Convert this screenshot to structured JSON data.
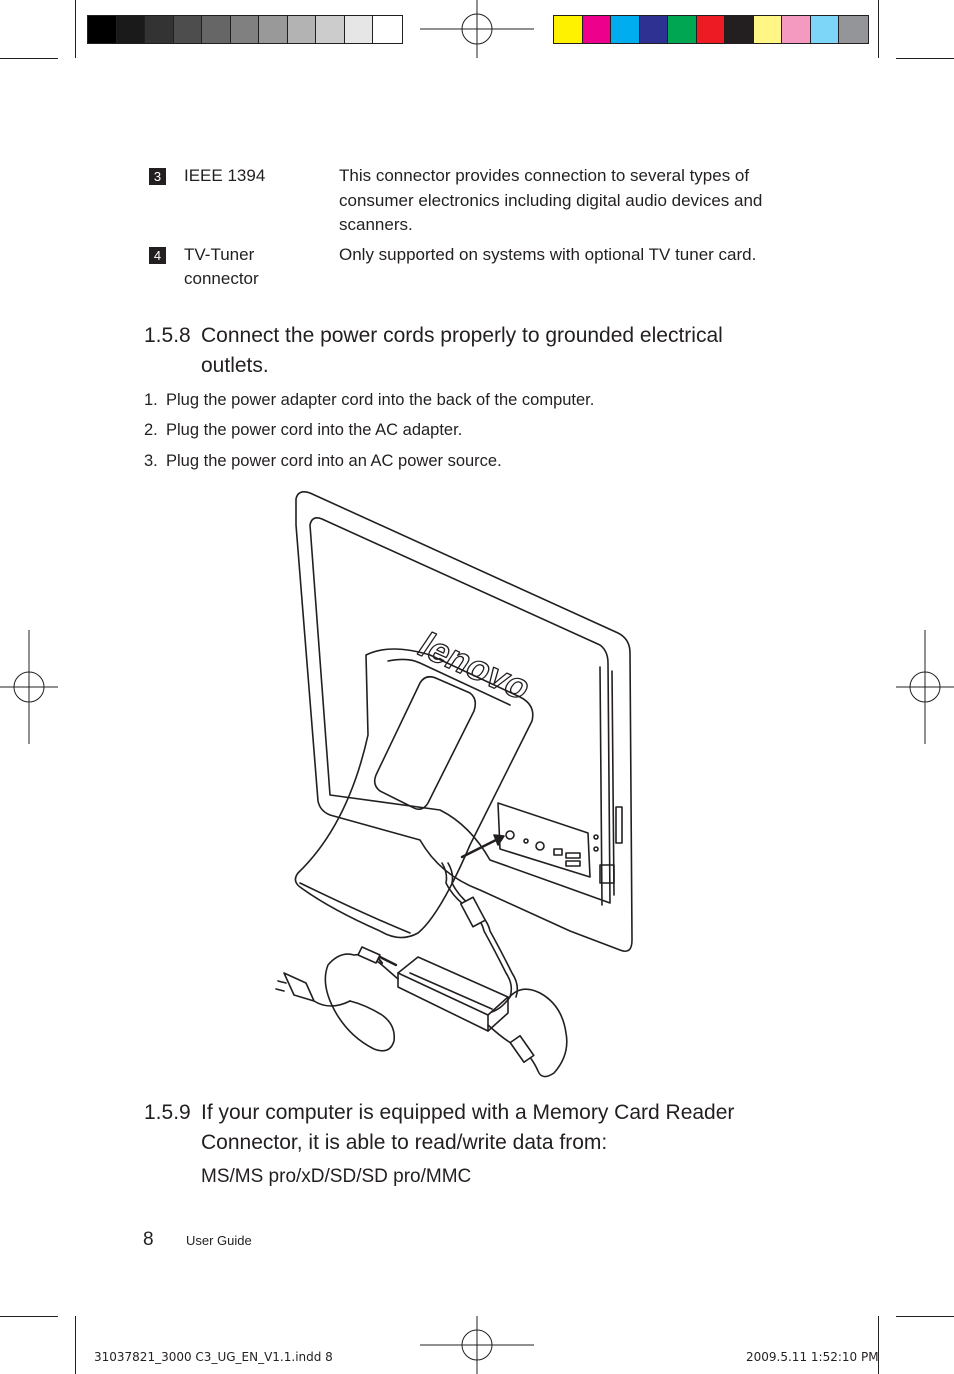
{
  "color_bars": {
    "grayscale": [
      "#000000",
      "#1a1a1a",
      "#333333",
      "#4d4d4d",
      "#666666",
      "#808080",
      "#999999",
      "#b3b3b3",
      "#cccccc",
      "#e6e6e6",
      "#ffffff"
    ],
    "process": [
      "#fff200",
      "#ec008c",
      "#00aeef",
      "#2e3192",
      "#00a651",
      "#ed1c24",
      "#231f20",
      "#fff685",
      "#f49ac1",
      "#7dd6f7",
      "#939598"
    ]
  },
  "connectors": [
    {
      "badge": "3",
      "term": "IEEE 1394",
      "desc": "This connector provides connection to several types of consumer electronics including digital audio devices and scanners."
    },
    {
      "badge": "4",
      "term": "TV-Tuner connector",
      "desc": "Only supported on systems with optional TV tuner card."
    }
  ],
  "section_158": {
    "number": "1.5.8",
    "title_line1": "Connect the power cords properly to grounded electrical",
    "title_line2": "outlets.",
    "steps": [
      {
        "n": "1.",
        "text": "Plug the power adapter cord into the back of the computer."
      },
      {
        "n": "2.",
        "text": "Plug the power cord into the AC adapter."
      },
      {
        "n": "3.",
        "text": "Plug the power cord into an AC power source."
      }
    ]
  },
  "illustration": {
    "logo_text": "lenovo"
  },
  "section_159": {
    "number": "1.5.9",
    "title_line1": "If your computer is equipped with a Memory Card Reader",
    "title_line2": "Connector, it is able to read/write data from:",
    "media": "MS/MS pro/xD/SD/SD pro/MMC"
  },
  "footer": {
    "page_number": "8",
    "label": "User Guide"
  },
  "slug": {
    "file": "31037821_3000 C3_UG_EN_V1.1.indd   8",
    "timestamp": "2009.5.11   1:52:10 PM"
  }
}
